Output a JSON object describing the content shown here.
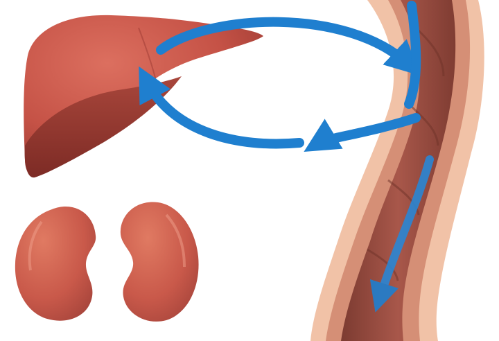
{
  "diagram": {
    "organs": [
      {
        "id": "liver",
        "icon": "liver-icon"
      },
      {
        "id": "left-kidney",
        "icon": "kidney-icon"
      },
      {
        "id": "right-kidney",
        "icon": "kidney-icon"
      },
      {
        "id": "intestine",
        "icon": "intestine-icon"
      }
    ],
    "flows": [
      {
        "from": "liver",
        "to": "intestine",
        "label": ""
      },
      {
        "from": "intestine",
        "to": "liver",
        "label": ""
      },
      {
        "from": "intestine",
        "to": "excretion",
        "label": ""
      }
    ],
    "colors": {
      "arrow": "#1f7fcf",
      "organ": "#c65347",
      "organ_dark": "#8e2f2a",
      "intestine_outer": "#f1c2a7",
      "intestine_wall": "#d79b82",
      "intestine_lumen": "#9a4a3d",
      "background": "#ffffff"
    }
  }
}
